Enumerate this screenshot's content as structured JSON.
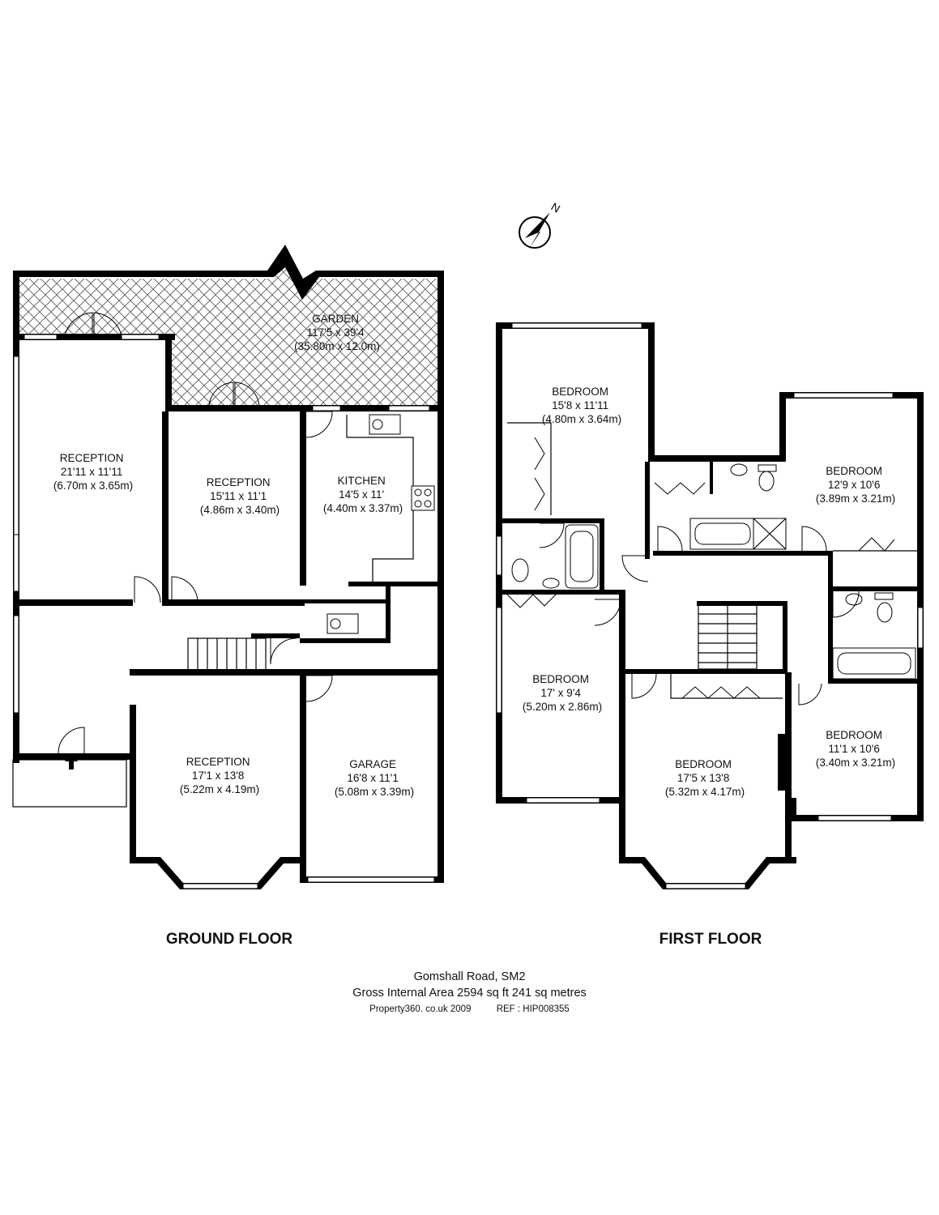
{
  "ground_floor": {
    "title": "GROUND FLOOR",
    "rooms": [
      {
        "id": "garden",
        "name": "GARDEN",
        "imperial": "117'5 x 39'4",
        "metric": "(35.80m x 12.0m)"
      },
      {
        "id": "reception-1",
        "name": "RECEPTION",
        "imperial": "21'11 x 11'11",
        "metric": "(6.70m x 3.65m)"
      },
      {
        "id": "reception-2",
        "name": "RECEPTION",
        "imperial": "15'11 x 11'1",
        "metric": "(4.86m x 3.40m)"
      },
      {
        "id": "kitchen",
        "name": "KITCHEN",
        "imperial": "14'5 x 11'",
        "metric": "(4.40m x 3.37m)"
      },
      {
        "id": "reception-3",
        "name": "RECEPTION",
        "imperial": "17'1 x 13'8",
        "metric": "(5.22m x 4.19m)"
      },
      {
        "id": "garage",
        "name": "GARAGE",
        "imperial": "16'8 x 11'1",
        "metric": "(5.08m x 3.39m)"
      }
    ]
  },
  "first_floor": {
    "title": "FIRST FLOOR",
    "rooms": [
      {
        "id": "bedroom-1",
        "name": "BEDROOM",
        "imperial": "15'8 x 11'11",
        "metric": "(4.80m x 3.64m)"
      },
      {
        "id": "bedroom-2",
        "name": "BEDROOM",
        "imperial": "12'9 x 10'6",
        "metric": "(3.89m x 3.21m)"
      },
      {
        "id": "bedroom-3",
        "name": "BEDROOM",
        "imperial": "17' x 9'4",
        "metric": "(5.20m x 2.86m)"
      },
      {
        "id": "bedroom-4",
        "name": "BEDROOM",
        "imperial": "11'1 x 10'6",
        "metric": "(3.40m x 3.21m)"
      },
      {
        "id": "bedroom-5",
        "name": "BEDROOM",
        "imperial": "17'5 x 13'8",
        "metric": "(5.32m x 4.17m)"
      }
    ]
  },
  "compass": {
    "label": "N",
    "icon": "north-arrow-icon"
  },
  "footer": {
    "address": "Gomshall Road, SM2",
    "area": "Gross Internal Area 2594 sq ft 241 sq metres",
    "copyright": "Property360. co.uk 2009",
    "reference": "REF : HIP008355"
  }
}
